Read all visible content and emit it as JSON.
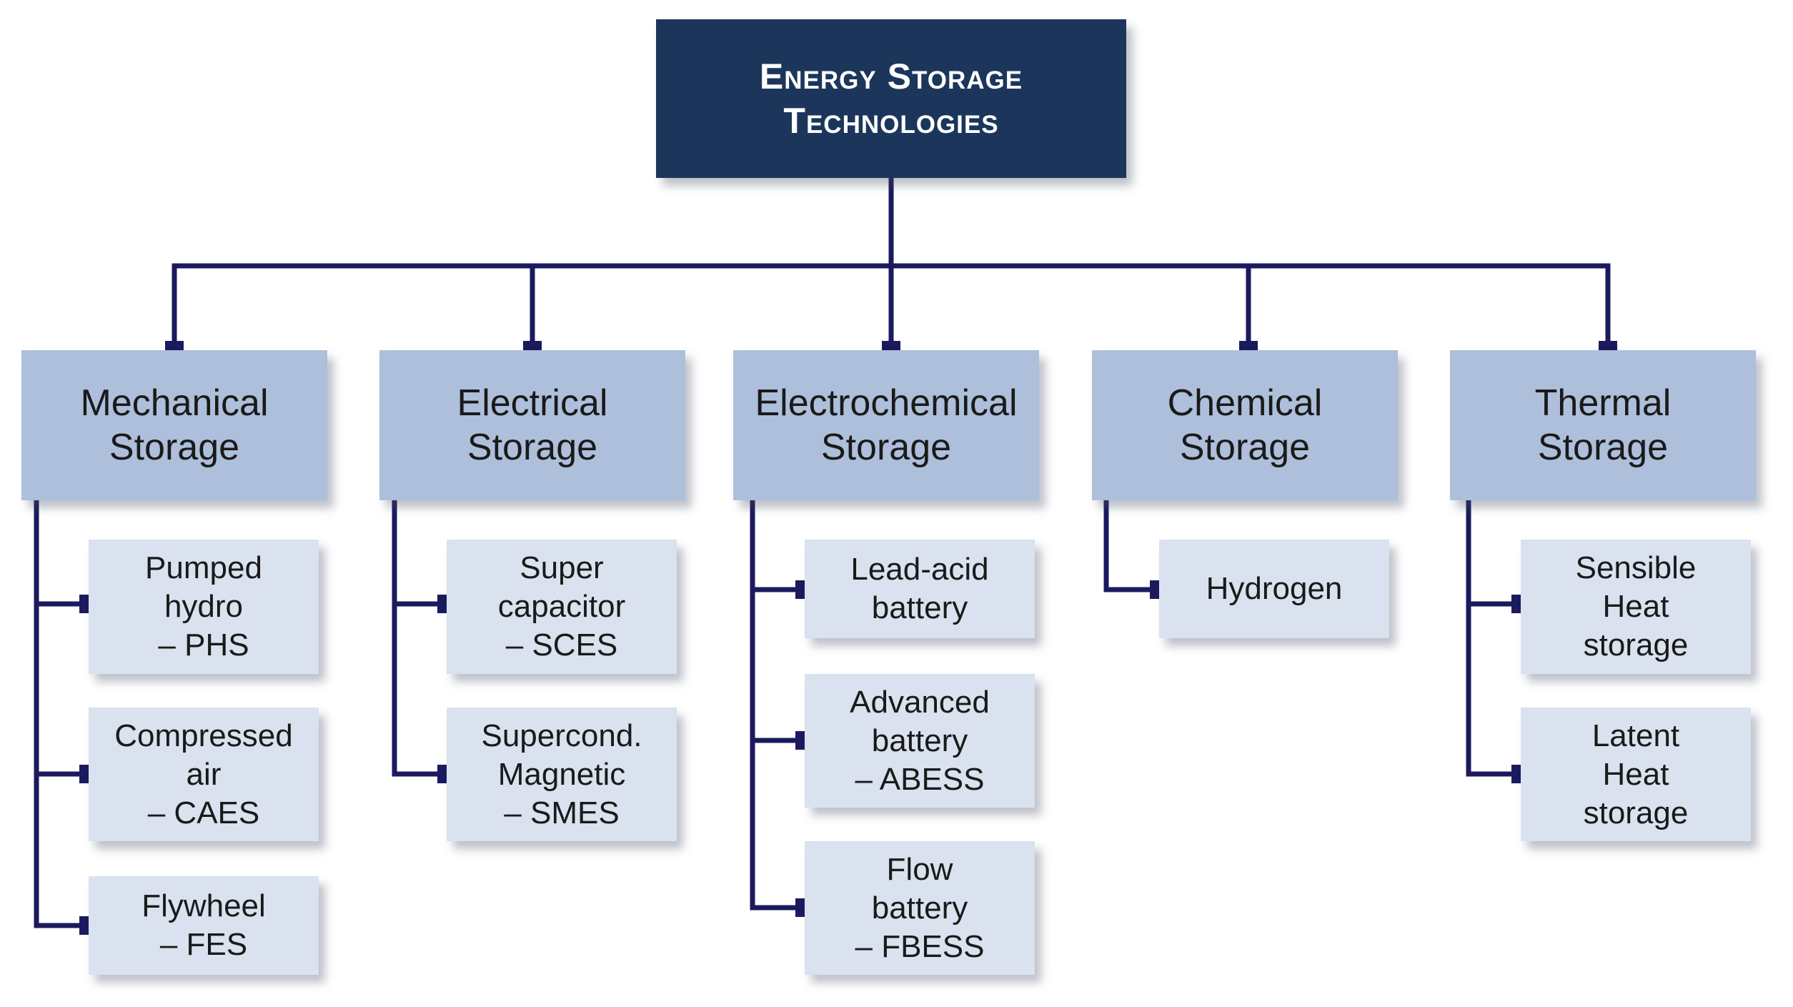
{
  "root": {
    "label": "Energy Storage\nTechnologies"
  },
  "colors": {
    "connector": "#1b1a5e",
    "root_fill": "#1c365b",
    "category_fill": "#adbfda",
    "leaf_fill": "#d9e2ee"
  },
  "categories": [
    {
      "label": "Mechanical\nStorage",
      "items": [
        "Pumped\nhydro\n– PHS",
        "Compressed\nair\n– CAES",
        "Flywheel\n– FES"
      ]
    },
    {
      "label": "Electrical\nStorage",
      "items": [
        "Super\ncapacitor\n–  SCES",
        "Supercond.\nMagnetic\n– SMES"
      ]
    },
    {
      "label": "Electrochemical\nStorage",
      "items": [
        "Lead-acid\nbattery",
        "Advanced\nbattery\n–  ABESS",
        "Flow\nbattery\n–  FBESS"
      ]
    },
    {
      "label": "Chemical\nStorage",
      "items": [
        "Hydrogen"
      ]
    },
    {
      "label": "Thermal\nStorage",
      "items": [
        "Sensible\nHeat\nstorage",
        "Latent\nHeat\nstorage"
      ]
    }
  ]
}
